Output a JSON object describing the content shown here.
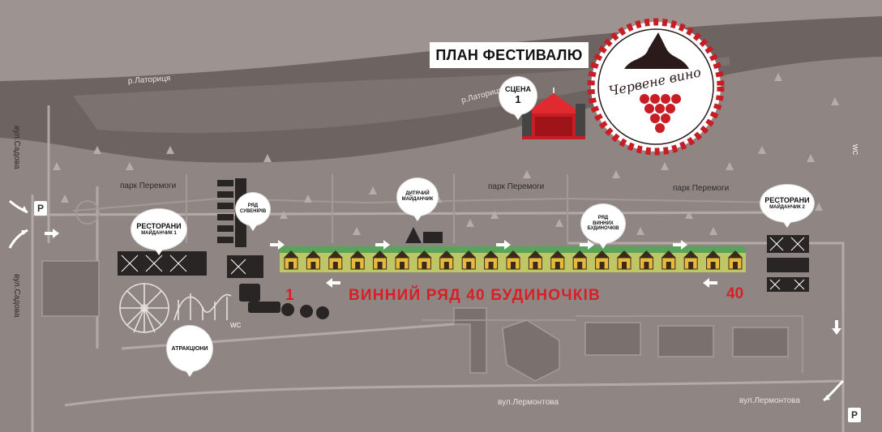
{
  "title": "ПЛАН ФЕСТИВАЛЮ",
  "logo": {
    "text": "Червене вино"
  },
  "labels": {
    "stage": [
      "СЦЕНА",
      "1"
    ],
    "kids": [
      "ДИТЯЧИЙ",
      "МАЙДАНЧИК"
    ],
    "souvenirs": [
      "РЯД",
      "СУВЕНІРІВ"
    ],
    "restaurants1": [
      "РЕСТОРАНИ",
      "МАЙДАНЧИК 1"
    ],
    "restaurants2": [
      "РЕСТОРАНИ",
      "МАЙДАНЧИК 2"
    ],
    "wine_houses": [
      "РЯД",
      "ВИННИХ",
      "БУДИНОЧКІВ"
    ],
    "attractions": "АТРАКЦІОНИ"
  },
  "wine_row_label": "ВИННИЙ РЯД 40 БУДИНОЧКІВ",
  "wine_row_start": "1",
  "wine_row_end": "40",
  "streets": {
    "latorytsia_1": "р.Латориця",
    "latorytsia_2": "р.Латориця",
    "park_1": "парк Перемоги",
    "park_2": "парк Перемоги",
    "park_3": "парк Перемоги",
    "sadova_1": "вул.Садова",
    "sadova_2": "вул.Садова",
    "lermontova_1": "вул.Лермонтова",
    "lermontova_2": "вул.Лермонтова"
  },
  "wc": [
    "WC",
    "WC"
  ],
  "parking": [
    "P",
    "P"
  ],
  "colors": {
    "red": "#d81f26",
    "grass": "#5aa35a",
    "house": "#e8b93a",
    "river": "#6d6461",
    "ground": "#8f8583"
  }
}
